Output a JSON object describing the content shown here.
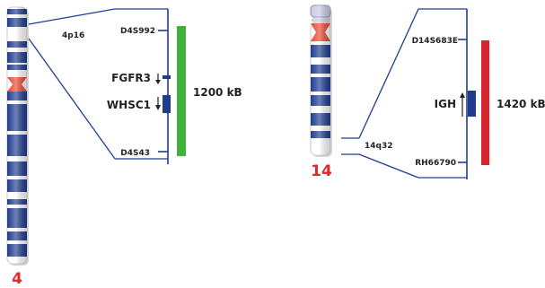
{
  "colors": {
    "chromosome_band": "#1f3c8f",
    "chromosome_body": "#ffffff",
    "centromere": "#e8462e",
    "connector_line": "#1f3c8f",
    "probe_4": "#3fb23a",
    "probe_14": "#d9232d",
    "chromosome_number": "#e0292a"
  },
  "left": {
    "chromosome_number": "4",
    "band_label": "4p16",
    "markers": {
      "top": "D4S992",
      "bottom": "D4S43"
    },
    "genes": [
      {
        "name": "FGFR3",
        "arrow": "down"
      },
      {
        "name": "WHSC1",
        "arrow": "down"
      }
    ],
    "probe_size": "1200 kB"
  },
  "right": {
    "chromosome_number": "14",
    "band_label": "14q32",
    "markers": {
      "top": "D14S683E",
      "bottom": "RH66790"
    },
    "genes": [
      {
        "name": "IGH",
        "arrow": "up"
      }
    ],
    "probe_size": "1420 kB"
  }
}
